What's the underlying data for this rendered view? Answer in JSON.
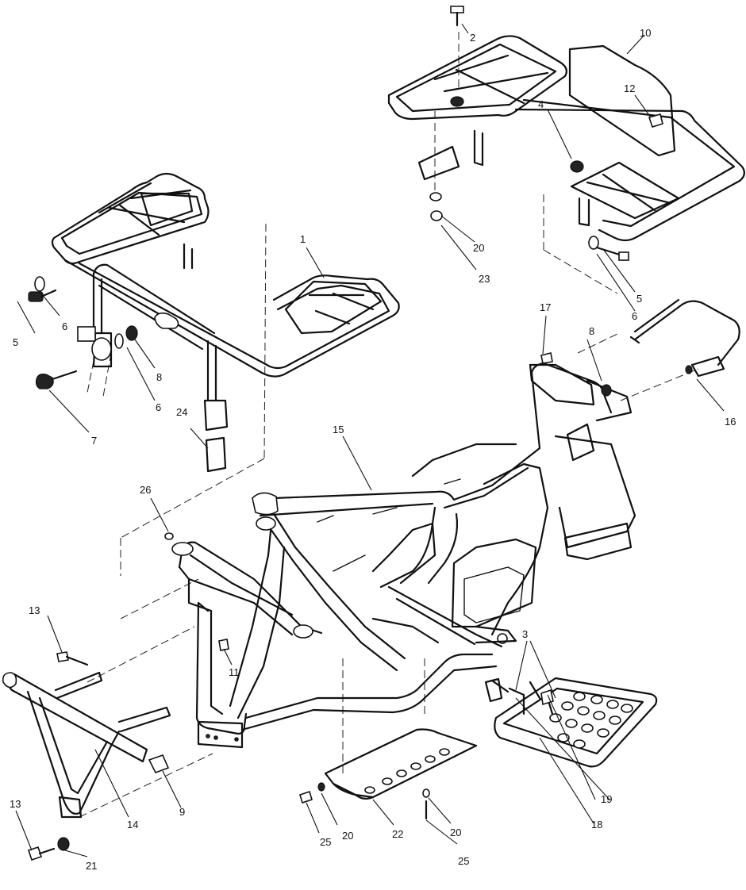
{
  "callouts": {
    "c1": "1",
    "c2": "2",
    "c3": "3",
    "c4": "4",
    "c5a": "5",
    "c5b": "5",
    "c6a": "6",
    "c6b": "6",
    "c6c": "6",
    "c7": "7",
    "c8a": "8",
    "c8b": "8",
    "c9": "9",
    "c10": "10",
    "c11": "11",
    "c12": "12",
    "c13a": "13",
    "c13b": "13",
    "c14": "14",
    "c15": "15",
    "c16": "16",
    "c17": "17",
    "c18": "18",
    "c19": "19",
    "c20a": "20",
    "c20b": "20",
    "c20c": "20",
    "c21": "21",
    "c22": "22",
    "c23": "23",
    "c24": "24",
    "c25a": "25",
    "c25b": "25",
    "c26": "26"
  }
}
